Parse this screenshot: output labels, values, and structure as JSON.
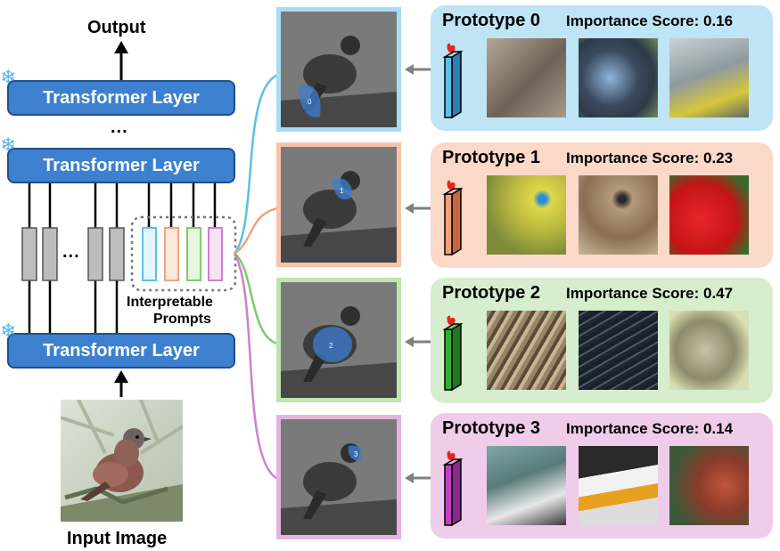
{
  "diagram": {
    "output_label": "Output",
    "layer_label": "Transformer Layer",
    "ellipsis_vertical": "...",
    "ellipsis_horizontal": "...",
    "prompts_label_line1": "Interpretable",
    "prompts_label_line2": "Prompts",
    "input_label": "Input Image",
    "frozen_icon": "snowflake-icon",
    "trainable_icon": "flame-icon"
  },
  "prototypes": [
    {
      "title": "Prototype 0",
      "score_text": "Importance Score: 0.16",
      "score": 0.16,
      "marker": "0",
      "color": "#5bc0e8",
      "bg": "#bfe4f5"
    },
    {
      "title": "Prototype 1",
      "score_text": "Importance Score: 0.23",
      "score": 0.23,
      "marker": "1",
      "color": "#f2a27a",
      "bg": "#fbd9c8"
    },
    {
      "title": "Prototype 2",
      "score_text": "Importance Score: 0.47",
      "score": 0.47,
      "marker": "2",
      "color": "#7ccc6c",
      "bg": "#d6eecd"
    },
    {
      "title": "Prototype 3",
      "score_text": "Importance Score: 0.14",
      "score": 0.14,
      "marker": "3",
      "color": "#cf7fcf",
      "bg": "#eeccea"
    }
  ],
  "colors": {
    "layer_fill": "#3d80cf",
    "token_gray": "#bdbdbd",
    "arrow_gray": "#7f7f7f"
  }
}
